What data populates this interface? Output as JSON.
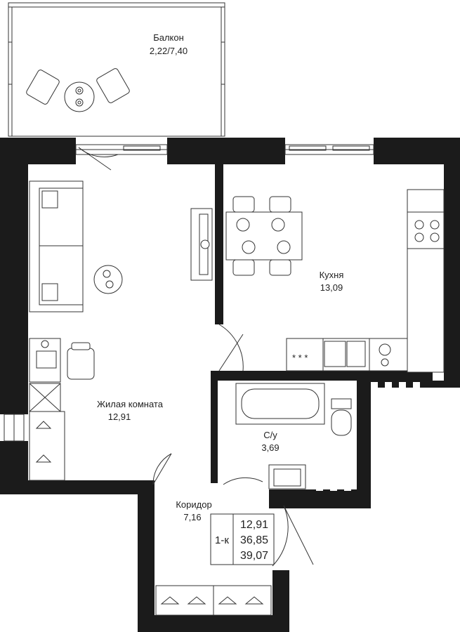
{
  "rooms": {
    "balcony": {
      "name": "Балкон",
      "area": "2,22/7,40"
    },
    "living": {
      "name": "Жилая комната",
      "area": "12,91"
    },
    "kitchen": {
      "name": "Кухня",
      "area": "13,09"
    },
    "bathroom": {
      "name": "С/у",
      "area": "3,69"
    },
    "corridor": {
      "name": "Коридор",
      "area": "7,16"
    }
  },
  "summary": {
    "type": "1-к",
    "living_area": "12,91",
    "total_area": "36,85",
    "total_area_with_balcony": "39,07"
  },
  "colors": {
    "wall": "#1b1b1b",
    "line": "#333333",
    "background": "#ffffff"
  }
}
